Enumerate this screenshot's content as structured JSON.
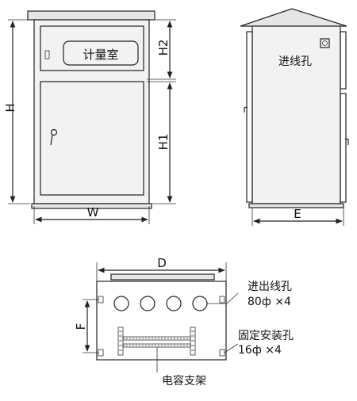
{
  "front_view": {
    "meter_room_label": "计量室",
    "dim_H": "H",
    "dim_H1": "H1",
    "dim_H2": "H2",
    "dim_W": "W"
  },
  "side_view": {
    "cable_entry_label": "进线孔",
    "dim_E": "E"
  },
  "bottom_view": {
    "dim_D": "D",
    "dim_F": "F",
    "cable_holes_label": "进出线孔",
    "cable_holes_spec": "80ф ×4",
    "mount_holes_label": "固定安装孔",
    "mount_holes_spec": "16ф ×4",
    "capacitor_bracket_label": "电容支架"
  }
}
